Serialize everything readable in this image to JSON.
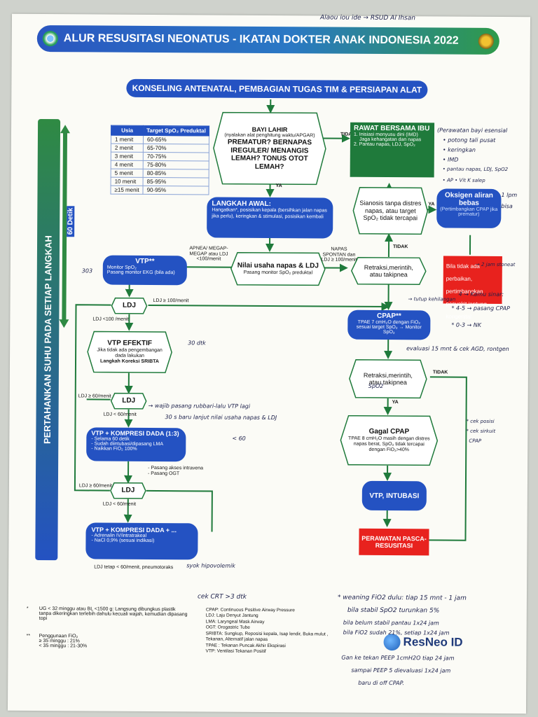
{
  "header": {
    "title": "ALUR RESUSITASI NEONATUS - IKATAN DOKTER ANAK INDONESIA 2022",
    "handwritten_top": "Alaou iou ide → RSUD Al Ihsan"
  },
  "banner2": "KONSELING ANTENATAL, PEMBAGIAN TUGAS TIM & PERSIAPAN ALAT",
  "side": {
    "left_bar": "PERTAHANKAN SUHU PADA SETIAP LANGKAH",
    "arrow_label": "60 Detik"
  },
  "table": {
    "headers": [
      "Usia",
      "Target SpO₂ Preduktal"
    ],
    "rows": [
      [
        "1 menit",
        "60-65%"
      ],
      [
        "2 menit",
        "65-70%"
      ],
      [
        "3 menit",
        "70-75%"
      ],
      [
        "4 menit",
        "75-80%"
      ],
      [
        "5 menit",
        "80-85%"
      ],
      [
        "10 menit",
        "85-95%"
      ],
      [
        "≥15 menit",
        "90-95%"
      ]
    ]
  },
  "nodes": {
    "bayi_lahir": {
      "title": "BAYI LAHIR",
      "sub": "(nyalakan alat penghitung waktu/APGAR)",
      "q": "PREMATUR? BERNAPAS IREGULER/ MENANGIS LEMAH? TONUS OTOT LEMAH?"
    },
    "rawat": {
      "title": "RAWAT BERSAMA IBU",
      "l1": "1. Inisiasi menyusu dini (IMD)",
      "l2": "Jaga kehangatan dan napas",
      "l3": "2. Pantau napas, LDJ, SpO₂"
    },
    "langkah": {
      "title": "LANGKAH AWAL:",
      "body": "Hangatkan*, posisikan kepala (bersihkan jalan napas jika perlu), keringkan & stimulasi, posisikan kembali"
    },
    "sianosis": {
      "text": "Sianosis tanpa distres napas, atau target SpO₂ tidak tercapai"
    },
    "oksigen": {
      "title": "Oksigen aliran bebas",
      "sub": "(Pertimbangkan CPAP jika prematur)"
    },
    "nilai": {
      "title": "Nilai usaha napas & LDJ",
      "sub": "Pasang monitor SpO₂ preduktal"
    },
    "retraksi1": {
      "text": "Retraksi,merintih, atau takipnea"
    },
    "red1": {
      "text": "Bila tidak ada perbaikan, pertimbangkan penyakit jantung kongenital"
    },
    "vtp": {
      "title": "VTP**",
      "l1": "Monitor SpO₂",
      "l2": "Pasang monitor EKG (bila ada)"
    },
    "ldj1": "LDJ",
    "cpap": {
      "title": "CPAP**",
      "body": "TPAE 7 cmH₂O dengan FiO₂ sesuai target SpO₂ → Monitor SpO₂"
    },
    "vtp_efektif": {
      "title": "VTP EFEKTIF",
      "body": "Jika tidak ada pengembangan dada lakukan",
      "bold": "Langkah Koreksi SRIBTA"
    },
    "retraksi2": {
      "text": "Retraksi,merintih, atau takipnea"
    },
    "ldj2": "LDJ",
    "gagal": {
      "title": "Gagal CPAP",
      "body": "TPAE 8 cmH₂O masih dengan distres napas berat, SpO₂ tidak tercapai dengan FiO₂>40%"
    },
    "kompresi1": {
      "title": "VTP + KOMPRESI DADA (1:3)",
      "l1": "- Selama 60 detik",
      "l2": "- Sudah diintubasi/dipasang LMA",
      "l3": "- Naikkan FiO₂ 100%"
    },
    "akses": {
      "l1": "- Pasang akses intravena",
      "l2": "- Pasang OGT"
    },
    "ldj3": "LDJ",
    "intubasi": "VTP, INTUBASI",
    "kompresi2": {
      "title": "VTP + KOMPRESI DADA + ...",
      "l1": "- Adrenalin IV/intratrakeal",
      "l2": "- NaCl 0,9% (sesuai indikasi)"
    },
    "pasca": "PERAWATAN PASCA-RESUSITASI"
  },
  "edge_labels": {
    "tidak1": "TIDAK",
    "ya1": "YA",
    "ya2": "YA",
    "tidak2": "TIDAK",
    "ya3": "YA",
    "apnea": "APNEA/ MEGAP-MEGAP atau LDJ <100/menit",
    "napas_spontan": "NAPAS SPONTAN dan LDJ ≥ 100/menit",
    "ldj_ge100": "LDJ ≥ 100/menit",
    "ldj_lt100": "LDJ <100 /menit",
    "ldj_ge60a": "LDJ ≥ 60/menit",
    "ldj_lt60a": "LDJ < 60/menit",
    "ldj_ge60b": "LDJ ≥ 60/menit",
    "ldj_lt60b": "LDJ < 60/menit",
    "ldj_tetap": "LDJ tetap < 60/menit, pneumotoraks",
    "tidak3": "TIDAK",
    "ya4": "YA"
  },
  "footnotes": {
    "star1": "*",
    "star1_text": "UG < 32 minggu atau BL <1500 g: Langsung dibungkus plastik tanpa dikeringkan terlebih dahulu kecuali wajah, kemudian dipasang topi",
    "star2": "**",
    "star2_title": "Penggunaan FiO₂",
    "star2_a": "≥ 35 minggu : 21%",
    "star2_b": "< 35 minggu : 21-30%"
  },
  "abbreviations": [
    "CPAP: Continuous Positive Airway Pressure",
    "LDJ: Laju Denyut Jantung",
    "LMA: Laryngeal Mask Airway",
    "OGT: Orogastric Tube",
    "SRIBTA: Sungkup, Reposisi kepala, Isap lendir, Buka mulut , Tekanan, Alternatif jalan napas",
    "TPAE : Tekanan Puncak Akhir Ekspirasi",
    "VTP: Ventilasi Tekanan Positif"
  ],
  "brand": "ResNeo ID",
  "handwritten": {
    "n1": "(Perawatan bayi esensial",
    "n2": "• potong tali pusat",
    "n3": "• keringkan",
    "n4": "• IMD",
    "n5": "• pantau napas, LDJ, SpO2",
    "n6": "• AP • Vit K salep",
    "n7": "1 lpm",
    "n8": "bisa",
    "n9": "→ 2 jam stoneat",
    "n10": "4 → Kamu sinar:",
    "n11": "* 4-5 → pasang CPAP",
    "n12": "* 0-3 → NK",
    "n13": "→ tutup kehilangan",
    "n14": "evaluasi 15 mnt & cek AGD, rontgen",
    "n15": "30 dtk",
    "n16": "303",
    "n17": "→ wajib pasang rubbari-lalu VTP lagi",
    "n18": "30 s  baru lanjut nilai usaha napas & LDJ",
    "n19": "< 60",
    "n20": "* cek posisi",
    "n21": "* cek sirkuit",
    "n22": "CPAP",
    "n23": "syok hipovolemik",
    "n24": "cek CRT >3 dtk",
    "n25": "* weaning  FiO2 dulu: tiap 15 mnt - 1 jam",
    "n26": "bila stabil SpO2 turunkan 5%",
    "n27": "bila belum stabil pantau 1x24 jam",
    "n28": "bila FiO2 sudah 21%, setiap 1x24 jam",
    "n29": "Gan ke tekan PEEP 1cmH2O tiap 24 jam",
    "n30": "sampai PEEP 5 dievaluasi 1x24 jam",
    "n31": "baru di off CPAP.",
    "n32": "SpO2"
  },
  "colors": {
    "blue": "#2452c2",
    "green": "#1f7a3b",
    "red": "#e8221e"
  }
}
